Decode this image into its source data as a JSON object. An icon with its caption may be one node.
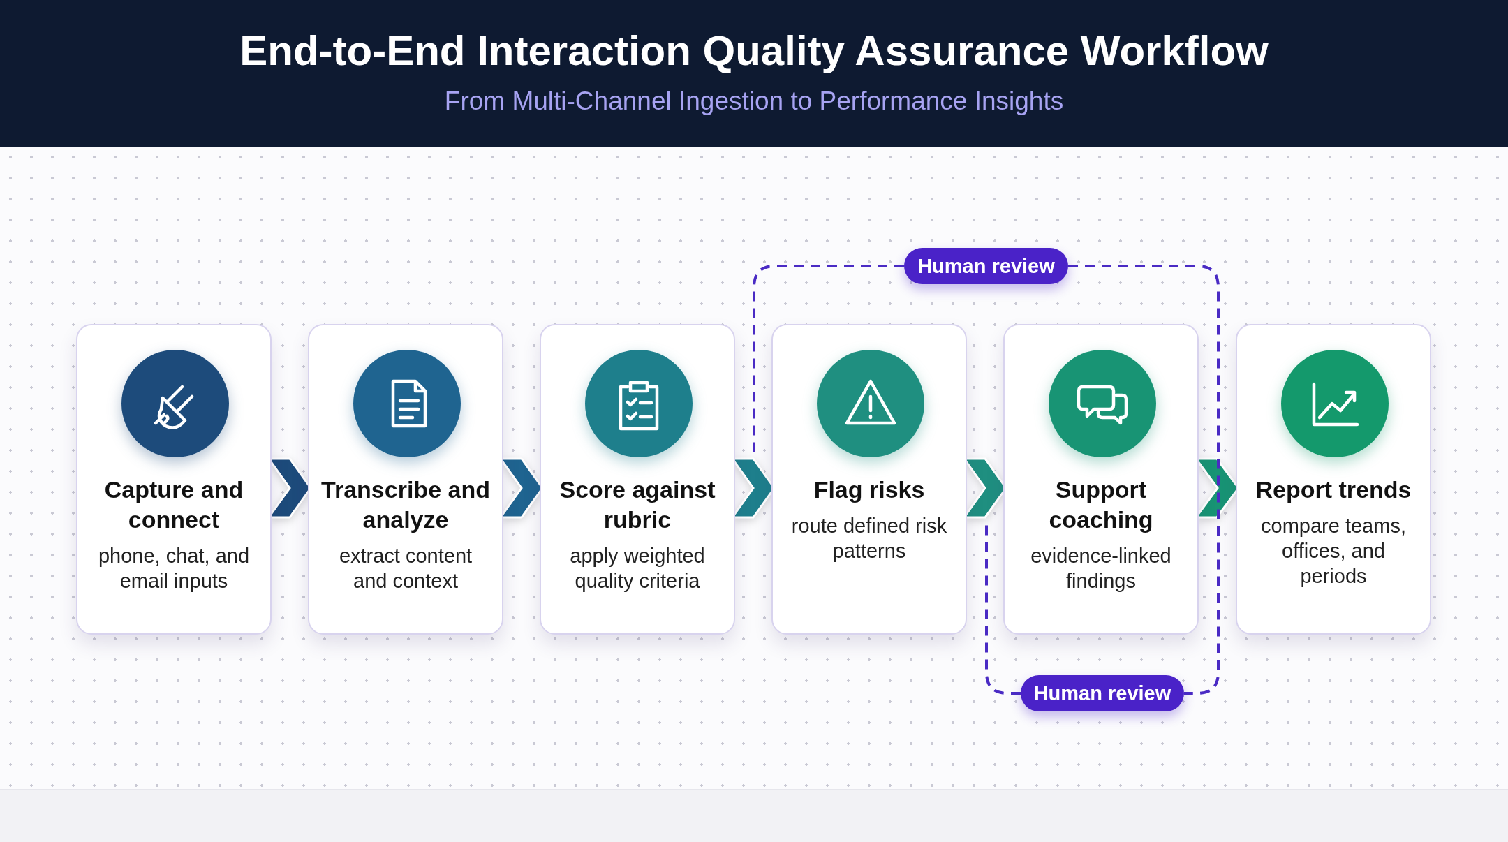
{
  "diagram": {
    "title": "End-to-End Interaction Quality Assurance Workflow",
    "caption": "From Multi-Channel Ingestion to Performance Insights",
    "nodes": [
      {
        "text": [
          "Capture and connect",
          "phone, chat, and email inputs"
        ]
      },
      {
        "text": [
          "Transcribe and analyze",
          "extract content and context"
        ]
      },
      {
        "text": [
          "Score against rubric",
          "apply weighted quality criteria"
        ]
      },
      {
        "text": [
          "Flag risks",
          "route defined risk patterns"
        ]
      },
      {
        "text": [
          "Support coaching",
          "evidence-linked findings"
        ]
      },
      {
        "text": [
          "Report trends",
          "compare teams, offices, and periods"
        ]
      },
      {
        "text": [
          "Human review"
        ]
      },
      {
        "text": [
          "Human review"
        ]
      }
    ],
    "edges": [
      {
        "from": 0,
        "to": 1,
        "arrow": "to"
      },
      {
        "from": 1,
        "to": 2,
        "arrow": "to"
      },
      {
        "from": 2,
        "to": 3,
        "arrow": "to"
      },
      {
        "from": 3,
        "to": 4,
        "arrow": "to"
      },
      {
        "from": 4,
        "to": 5,
        "arrow": "to"
      },
      {
        "from": 6,
        "to": 7,
        "arrow": "none",
        "style": "dashed",
        "color": "#4a2bc4"
      }
    ]
  }
}
